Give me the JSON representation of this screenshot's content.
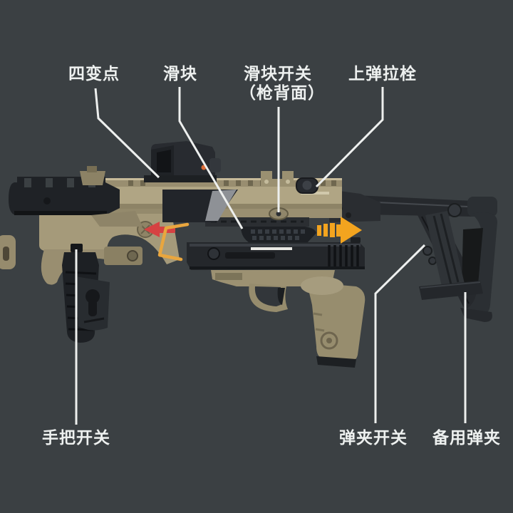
{
  "diagram": {
    "subject": "pistol-carbine-conversion-kit-parts-diagram"
  },
  "labels": {
    "pivot_point": "四变点",
    "slide_block": "滑块",
    "slide_switch_l1": "滑块开关",
    "slide_switch_l2": "（枪背面）",
    "loading_bolt": "上弹拉栓",
    "grip_switch": "手把开关",
    "mag_switch": "弹夹开关",
    "spare_mag": "备用弹夹"
  },
  "arrows": [
    {
      "name": "red-left-arrow",
      "direction": "left",
      "color": "#d64242"
    },
    {
      "name": "orange-zigzag",
      "shape": "Z",
      "color": "#e9a63e"
    },
    {
      "name": "orange-right-arrow",
      "direction": "right",
      "color": "#f3a41f"
    }
  ],
  "colors": {
    "background": "#3b4043",
    "label_text": "#edf0ef",
    "leader_line": "#edefee",
    "kit_tan": "#a89d7d",
    "gun_black": "#24272b",
    "red_arrow": "#d64242",
    "orange_arrow": "#f3a41f"
  }
}
